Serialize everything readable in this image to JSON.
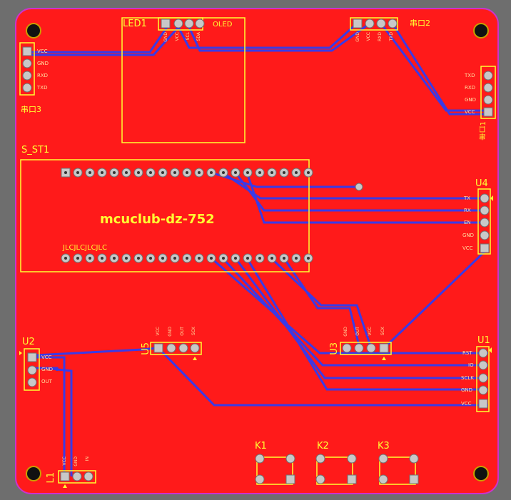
{
  "board": {
    "title": "mcuclub-dz-752",
    "silk_note": "JLCJLCJLCJLC",
    "colors": {
      "board": "#ff1a1a",
      "background": "#6e6e6e",
      "outline": "#cc33cc",
      "silkscreen": "#ffff33",
      "trace": "#3a3ae6",
      "pad": "#c8c8c8"
    }
  },
  "components": {
    "led1": {
      "ref": "LED1",
      "extra": "OLED",
      "pins": [
        "GND",
        "VCC",
        "SCL",
        "SDA"
      ]
    },
    "serial2": {
      "ref": "串口2",
      "pins": [
        "GND",
        "VCC",
        "RXD",
        "TXD"
      ]
    },
    "serial3": {
      "ref": "串口3",
      "pins": [
        "VCC",
        "GND",
        "RXD",
        "TXD"
      ]
    },
    "serial1": {
      "ref": "串口1",
      "pins": [
        "TXD",
        "RXD",
        "GND",
        "VCC"
      ]
    },
    "s_st1": {
      "ref": "S_ST1"
    },
    "u4": {
      "ref": "U4",
      "pins": [
        "TX",
        "RX",
        "EN",
        "GND",
        "VCC"
      ]
    },
    "u2": {
      "ref": "U2",
      "pins": [
        "VCC",
        "GND",
        "OUT"
      ]
    },
    "u5": {
      "ref": "U5",
      "pins": [
        "VCC",
        "GND",
        "OUT",
        "SCK"
      ]
    },
    "u3": {
      "ref": "U3",
      "pins": [
        "GND",
        "OUT",
        "VCC",
        "SCK"
      ]
    },
    "u1": {
      "ref": "U1",
      "pins": [
        "RST",
        "IO",
        "SCLK",
        "GND",
        "VCC"
      ]
    },
    "l1": {
      "ref": "L1",
      "pins": [
        "VCC",
        "GND",
        "IN"
      ]
    },
    "k1": {
      "ref": "K1"
    },
    "k2": {
      "ref": "K2"
    },
    "k3": {
      "ref": "K3"
    }
  }
}
